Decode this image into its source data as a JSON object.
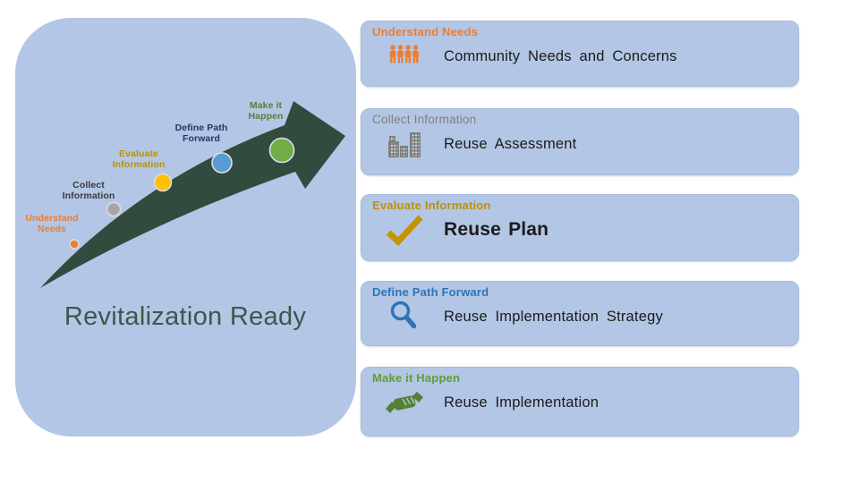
{
  "panel": {
    "title": "Revitalization Ready",
    "stages": [
      {
        "name": "Understand Needs",
        "label": "Understand\nNeeds",
        "label_color": "#ED7D31",
        "dot_color": "#ED7D31"
      },
      {
        "name": "Collect Information",
        "label": "Collect\nInformation",
        "label_color": "#3A3A3A",
        "dot_color": "#A6A6A6"
      },
      {
        "name": "Evaluate Information",
        "label": "Evaluate\nInformation",
        "label_color": "#BF9000",
        "dot_color": "#FFC000"
      },
      {
        "name": "Define Path Forward",
        "label": "Define Path\nForward",
        "label_color": "#1F3864",
        "dot_color": "#5B9BD5"
      },
      {
        "name": "Make it Happen",
        "label": "Make it\nHappen",
        "label_color": "#538135",
        "dot_color": "#70AD47"
      }
    ]
  },
  "cards": [
    {
      "title": "Understand Needs",
      "title_color": "#ED7D31",
      "icon": "people-group-icon",
      "description": "Community Needs and Concerns"
    },
    {
      "title": "Collect Information",
      "title_color": "#808080",
      "icon": "buildings-icon",
      "description": "Reuse Assessment"
    },
    {
      "title": "Evaluate Information",
      "title_color": "#BF9000",
      "icon": "checkmark-icon",
      "description": "Reuse Plan"
    },
    {
      "title": "Define Path Forward",
      "title_color": "#2E74B5",
      "icon": "magnifier-icon",
      "description": "Reuse Implementation Strategy"
    },
    {
      "title": "Make it Happen",
      "title_color": "#5F9E38",
      "icon": "handshake-icon",
      "description": "Reuse Implementation"
    }
  ],
  "colors": {
    "page_background": "#ffffff",
    "panel_background": "#b3c6e5",
    "card_background": "#b3c6e5",
    "arrow": "#334A3E",
    "panel_title_text": "#3C584A",
    "description_text": "#1b1b1b",
    "orange": "#ED7D31",
    "building_gray": "#7F7F7F",
    "gold": "#BF9000",
    "yellow_dot": "#FFC000",
    "navy": "#1F3864",
    "medium_blue": "#2E74B5",
    "blue_dot": "#5B9BD5",
    "green_card_title": "#5F9E38",
    "dark_green": "#538135",
    "green_dot": "#70AD47"
  }
}
